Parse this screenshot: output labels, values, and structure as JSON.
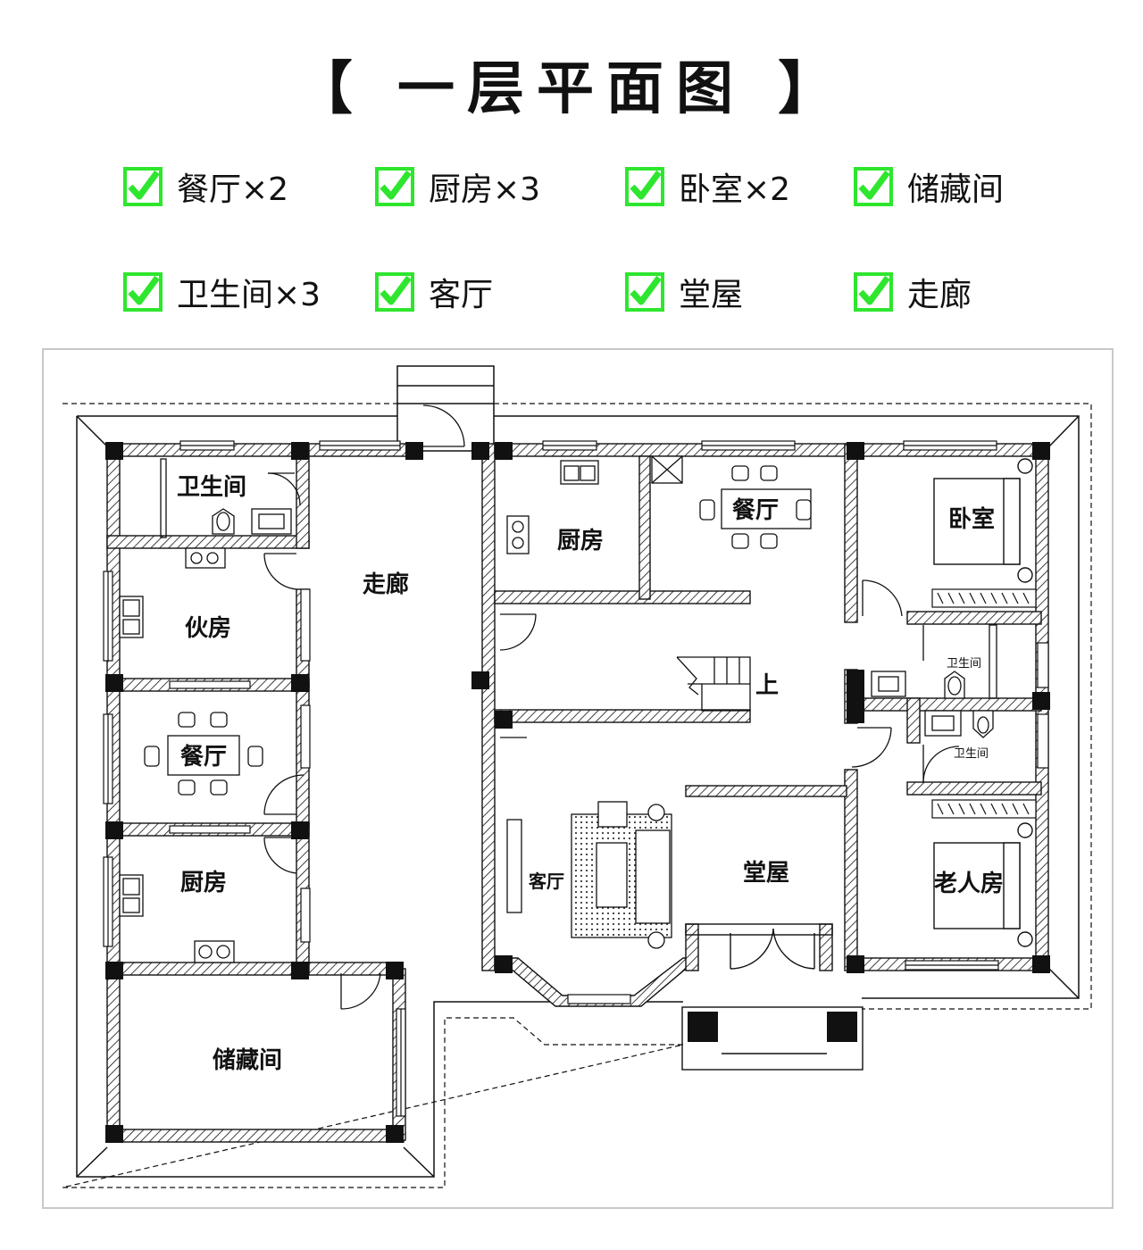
{
  "header": {
    "title": "【 一层平面图 】"
  },
  "features": [
    {
      "label": "餐厅×2",
      "icon": "checkbox-checked-icon"
    },
    {
      "label": "厨房×3",
      "icon": "checkbox-checked-icon"
    },
    {
      "label": "卧室×2",
      "icon": "checkbox-checked-icon"
    },
    {
      "label": "储藏间",
      "icon": "checkbox-checked-icon"
    },
    {
      "label": "卫生间×3",
      "icon": "checkbox-checked-icon"
    },
    {
      "label": "客厅",
      "icon": "checkbox-checked-icon"
    },
    {
      "label": "堂屋",
      "icon": "checkbox-checked-icon"
    },
    {
      "label": "走廊",
      "icon": "checkbox-checked-icon"
    }
  ],
  "colors": {
    "check_green": "#2ee62e",
    "wall": "#111111",
    "frame": "#c8c8c8"
  },
  "plan": {
    "rooms": {
      "bath_left": "卫生间",
      "corridor": "走廊",
      "canteen": "伙房",
      "dining_left": "餐厅",
      "kitchen_left": "厨房",
      "storage": "储藏间",
      "kitchen_right": "厨房",
      "dining_right": "餐厅",
      "bedroom": "卧室",
      "bath_right_upper": "卫生间",
      "bath_right_lower": "卫生间",
      "stairs_up": "上",
      "living": "客厅",
      "hall": "堂屋",
      "elder_room": "老人房"
    }
  }
}
